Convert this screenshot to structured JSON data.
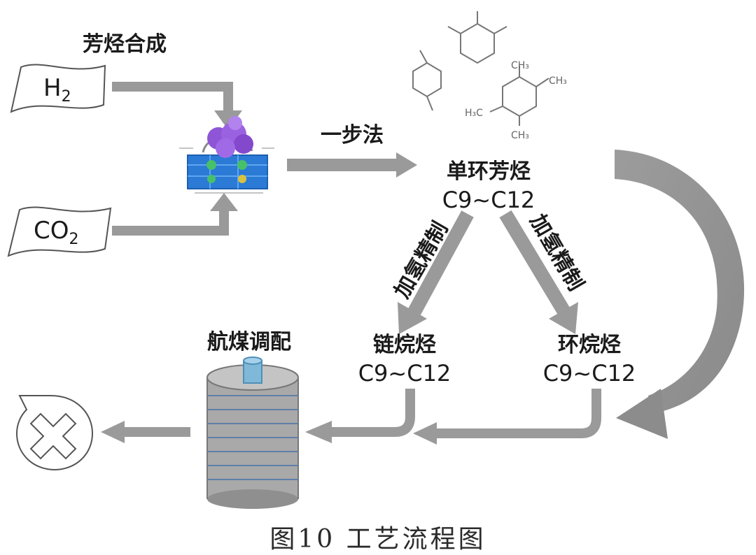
{
  "synthesis_title": "芳烃合成",
  "inputs": {
    "h2": {
      "base": "H",
      "sub": "2"
    },
    "co2": {
      "base": "CO",
      "sub": "2"
    }
  },
  "step_label": "一步法",
  "monocyclic": {
    "name": "单环芳烃",
    "range": "C9~C12"
  },
  "hydro_left": "加氢精制",
  "hydro_right": "加氢精制",
  "alkane": {
    "name": "链烷烃",
    "range": "C9~C12"
  },
  "cycloalkane": {
    "name": "环烷烃",
    "range": "C9~C12"
  },
  "blending_label": "航煤调配",
  "molecule_labels": {
    "h3c": "H₃C",
    "ch3_top": "CH₃",
    "ch3_mid": "CH₃",
    "ch3_bot": "CH₃"
  },
  "caption": "图10  工艺流程图",
  "colors": {
    "arrow": "#9a9a9a",
    "drum": "#a9a9a9",
    "drum_band": "#5f7fa8",
    "nozzle": "#7fb8d8",
    "catalyst": "#8e55d6",
    "support": "#2b7ad6"
  }
}
